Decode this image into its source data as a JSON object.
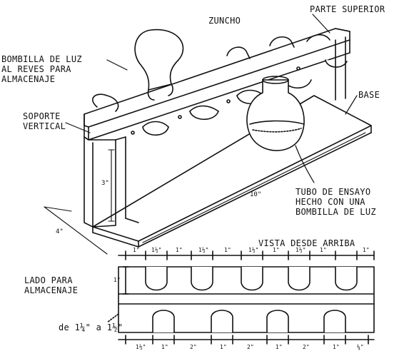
{
  "labels": {
    "zuncho": "ZUNCHO",
    "parte_superior": "PARTE SUPERIOR",
    "bombilla": [
      "BOMBILLA DE LUZ",
      "AL REVES PARA",
      "ALMACENAJE"
    ],
    "base": "BASE",
    "soporte": [
      "SOPORTE",
      "VERTICAL"
    ],
    "tubo": [
      "TUBO DE ENSAYO",
      "HECHO CON UNA",
      "BOMBILLA DE LUZ"
    ],
    "vista": "VISTA DESDE ARRIBA",
    "lado": [
      "LADO PARA",
      "ALMACENAJE"
    ],
    "de_range": "de 1¼\" a 1½\""
  },
  "dimensions": {
    "length": "10\"",
    "height": "3\"",
    "depth": "4\"",
    "one_inch": "1\"",
    "one_and_half": "1½\"",
    "two_inch": "2\"",
    "quarter": "¼\""
  },
  "top_view": {
    "top_ticks": [
      "1\"",
      "1½\"",
      "1\"",
      "1½\"",
      "1\"",
      "1½\"",
      "1\"",
      "1½\"",
      "1\"",
      "1\""
    ],
    "bottom_ticks": [
      "1½\"",
      "1\"",
      "2\"",
      "1\"",
      "2\"",
      "1\"",
      "2\"",
      "1\"",
      "¼\""
    ],
    "left_side_mark": "1\""
  },
  "colors": {
    "ink": "#111111",
    "paper": "#ffffff"
  }
}
